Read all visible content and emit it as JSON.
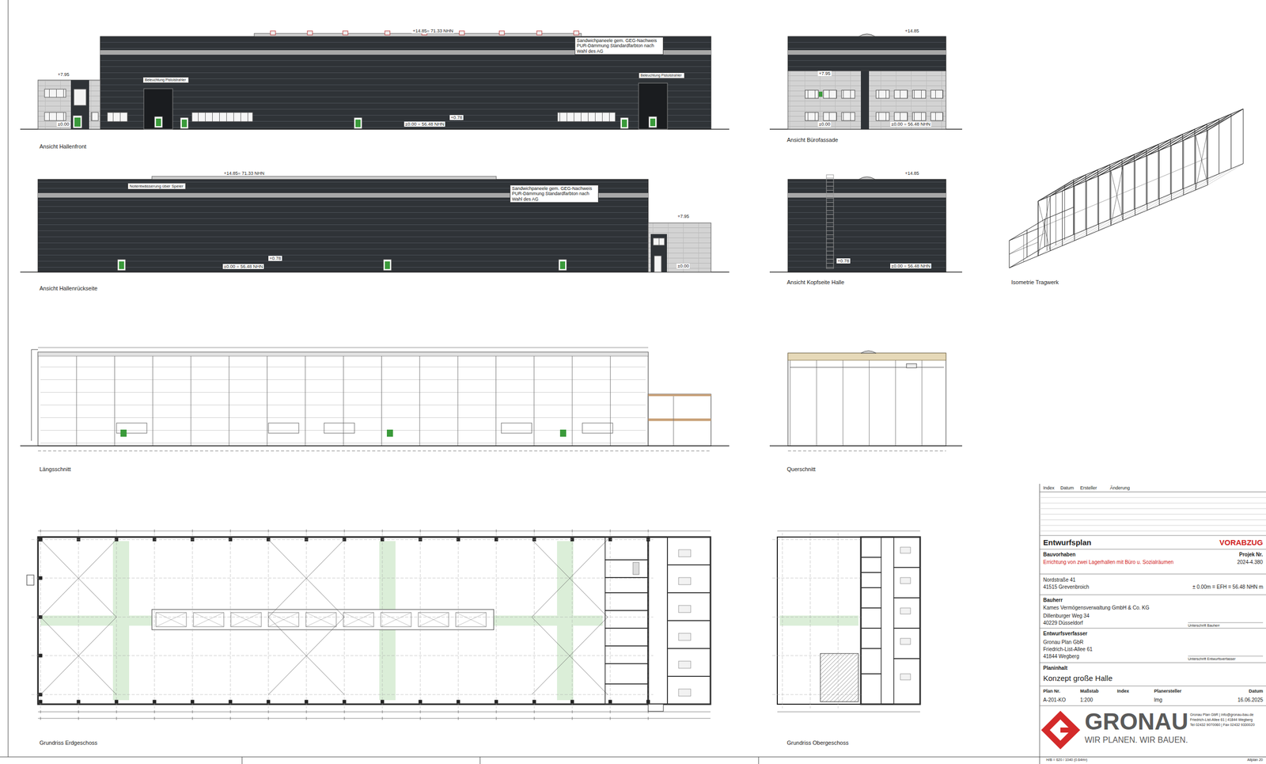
{
  "diagram": {
    "nodes": [
      {
        "text": [
          "Ansicht Hallenfront"
        ]
      },
      {
        "text": [
          "Beleuchtung Pistolstrahler"
        ],
        "in": 0
      },
      {
        "text": [
          "Sandwichpaneele gem. GEG-Nachweis PUR-Dämmung Standardfarbton nach Wahl des AG"
        ],
        "in": 0
      },
      {
        "text": [
          "Beleuchtung Pistolstrahler"
        ],
        "in": 0
      },
      {
        "text": [
          "Ansicht Bürofassade"
        ]
      },
      {
        "text": [
          "Ansicht Hallenrückseite"
        ]
      },
      {
        "text": [
          "Notentwässerung über Speier"
        ],
        "in": 5
      },
      {
        "text": [
          "Sandwichpaneele gem. GEG-Nachweis PUR-Dämmung Standardfarbton nach Wahl des AG"
        ],
        "in": 5
      },
      {
        "text": [
          "Ansicht Kopfseite Halle"
        ]
      },
      {
        "text": [
          "Isometrie Tragwerk"
        ]
      },
      {
        "text": [
          "Längsschnitt"
        ]
      },
      {
        "text": [
          "Querschnitt"
        ]
      },
      {
        "text": [
          "Grundriss Erdgeschoss"
        ]
      },
      {
        "text": [
          "Grundriss Obergeschoss"
        ]
      }
    ],
    "labels": [
      "+14.85= 71.33 NHN",
      "+7.95",
      "±0.00",
      "+0.78",
      "±0.00 = 56.48 NHN",
      "+14.85",
      "+7.95",
      "±0.00",
      "±0.00 = 56.48 NHN",
      "+14.85= 71.33 NHN",
      "+0.78",
      "±0.00 = 56.48 NHN",
      "+7.95",
      "±0.00",
      "+14.85",
      "+0.78",
      "±0.00 = 56.48 NHN",
      "Index",
      "Datum",
      "Ersteller",
      "Änderung",
      "Entwurfsplan",
      "VORABZUG",
      "Bauvorhaben",
      "Projek Nr.",
      "Errichtung von zwei Lagerhallen mit Büro u. Sozialräumen",
      "2024-4.380",
      "Nordstraße 41",
      "41515 Grevenbroich",
      "± 0.00m = EFH = 56.48 NHN m",
      "Bauherr",
      "Kames Vermögensverwaltung GmbH & Co. KG",
      "Dillenburger Weg 34",
      "40229 Düsseldorf",
      "Unterschrift Bauherr",
      "Entwurfsverfasser",
      "Gronau Plan GbR",
      "Friedrich-List-Allee 61",
      "41844 Wegberg",
      "Unterschrift Entwurfsverfasser",
      "Planinhalt",
      "Konzept große Halle",
      "Plan Nr.",
      "Maßstab",
      "Index",
      "Planersteller",
      "Datum",
      "A-201-KO",
      "1:200",
      "lmg",
      "16.06.2025",
      "GRONAU",
      "WIR PLANEN. WIR BAUEN.",
      "Gronau Plan GbR | info@gronau-bau.de",
      "Friedrich-List-Allee 61 | 41844 Wegberg",
      "Tel 02432 9070060 | Fax 02432 9330020",
      "H/B = 620 / 1040 (0.64m²)",
      "Allplan 20"
    ]
  }
}
